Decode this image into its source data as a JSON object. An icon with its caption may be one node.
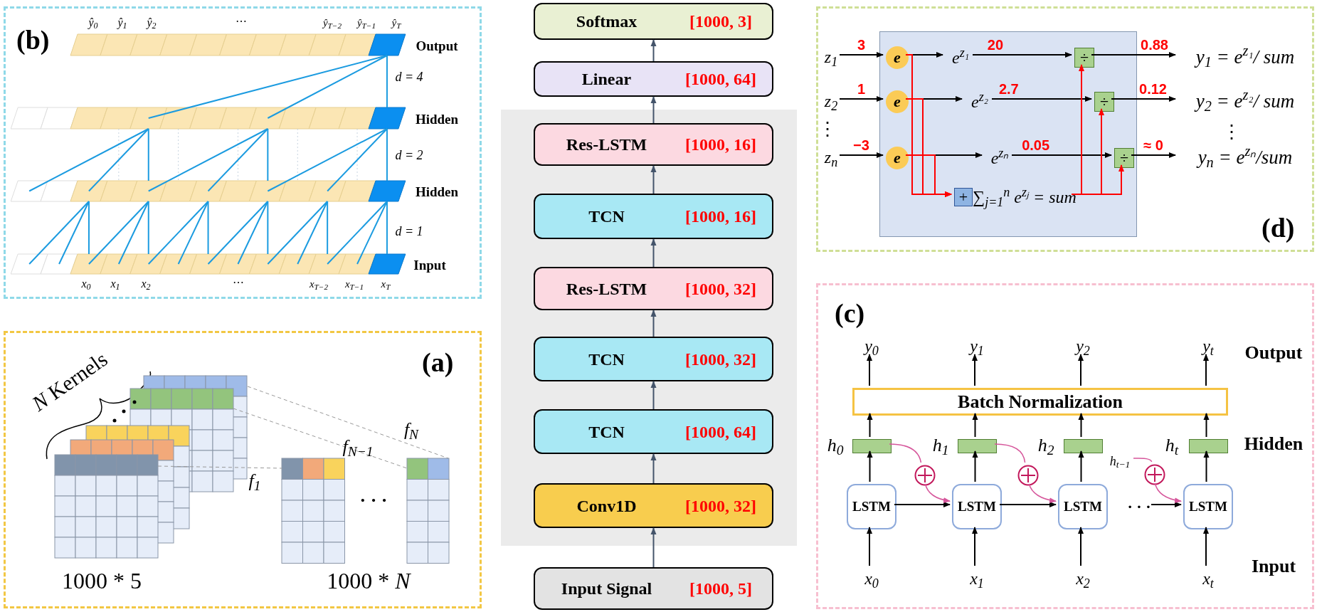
{
  "diagram": {
    "nodes": [
      {
        "text": [
          "(b)"
        ]
      },
      {
        "text": [
          "(a)"
        ]
      },
      {
        "text": [
          "Softmax",
          "[1000, 3]"
        ]
      },
      {
        "text": [
          "Linear",
          "[1000, 64]"
        ]
      },
      {
        "text": [
          "Res-LSTM",
          "[1000, 16]"
        ]
      },
      {
        "text": [
          "TCN",
          "[1000, 16]"
        ]
      },
      {
        "text": [
          "Res-LSTM",
          "[1000, 32]"
        ]
      },
      {
        "text": [
          "TCN",
          "[1000, 32]"
        ]
      },
      {
        "text": [
          "TCN",
          "[1000, 64]"
        ]
      },
      {
        "text": [
          "Conv1D",
          "[1000, 32]"
        ]
      },
      {
        "text": [
          "Input Signal",
          "[1000, 5]"
        ]
      },
      {
        "text": [
          "(d)"
        ]
      },
      {
        "text": [
          "z$_{1}$"
        ],
        "in": 11
      },
      {
        "text": [
          "z$_{2}$"
        ],
        "in": 11
      },
      {
        "text": [
          "z$_{n}$"
        ],
        "in": 11
      },
      {
        "text": [],
        "shape": "box",
        "in": 11
      },
      {
        "text": [
          "e"
        ],
        "in": 15
      },
      {
        "text": [
          "e"
        ],
        "in": 15
      },
      {
        "text": [
          "e"
        ],
        "in": 15
      },
      {
        "text": [
          "e$^{z₁}$"
        ],
        "in": 15
      },
      {
        "text": [
          "e$^{z₂}$"
        ],
        "in": 15
      },
      {
        "text": [
          "e$^{zₙ}$"
        ],
        "in": 15
      },
      {
        "text": [
          "÷"
        ],
        "in": 15
      },
      {
        "text": [
          "÷"
        ],
        "in": 15
      },
      {
        "text": [
          "÷"
        ],
        "in": 15
      },
      {
        "text": [
          "+"
        ],
        "in": 15
      },
      {
        "text": [
          "∑$_{j=1}$$^{n}$ e$^{zⱼ}$ = sum"
        ],
        "in": 15
      },
      {
        "text": [
          "y$_{1}$ = e$^{z₁}$/ sum"
        ],
        "in": 11
      },
      {
        "text": [
          "y$_{2}$ = e$^{z₂}$/ sum"
        ],
        "in": 11
      },
      {
        "text": [
          "y$_{n}$ = e$^{zₙ}$/sum"
        ],
        "in": 11
      },
      {
        "text": [
          "(c)"
        ]
      },
      {
        "text": [
          "y$_{0}$"
        ],
        "in": 30
      },
      {
        "text": [
          "y$_{1}$"
        ],
        "in": 30
      },
      {
        "text": [
          "y$_{2}$"
        ],
        "in": 30
      },
      {
        "text": [
          "y$_{t}$"
        ],
        "in": 30
      },
      {
        "text": [
          "Batch Normalization"
        ],
        "in": 30
      },
      {
        "text": [],
        "shape": "box",
        "beside": [
          "h$_{0}$"
        ],
        "in": 30
      },
      {
        "text": [],
        "shape": "box",
        "beside": [
          "h$_{1}$"
        ],
        "in": 30
      },
      {
        "text": [],
        "shape": "box",
        "beside": [
          "h$_{2}$"
        ],
        "in": 30
      },
      {
        "text": [],
        "shape": "box",
        "beside": [
          "h$_{t}$"
        ],
        "in": 30
      },
      {
        "text": [],
        "shape": "circle",
        "in": 30
      },
      {
        "text": [],
        "shape": "circle",
        "in": 30
      },
      {
        "text": [],
        "shape": "circle",
        "in": 30
      },
      {
        "text": [
          "h$_{t−1}$"
        ],
        "in": 30
      },
      {
        "text": [
          "LSTM"
        ],
        "in": 30
      },
      {
        "text": [
          "LSTM"
        ],
        "in": 30
      },
      {
        "text": [
          "LSTM"
        ],
        "in": 30
      },
      {
        "text": [
          "LSTM"
        ],
        "in": 30
      },
      {
        "text": [
          "x$_{0}$"
        ],
        "in": 30
      },
      {
        "text": [
          "x$_{1}$"
        ],
        "in": 30
      },
      {
        "text": [
          "x$_{2}$"
        ],
        "in": 30
      },
      {
        "text": [
          "x$_{t}$"
        ],
        "in": 30
      },
      {
        "text": [
          "· · ·"
        ],
        "in": 30
      }
    ],
    "edges": [
      {
        "from": 10,
        "to": 9,
        "arrow": "to",
        "color": "#44546a"
      },
      {
        "from": 9,
        "to": 8,
        "arrow": "to",
        "color": "#44546a"
      },
      {
        "from": 8,
        "to": 7,
        "arrow": "to",
        "color": "#44546a"
      },
      {
        "from": 7,
        "to": 6,
        "arrow": "to",
        "color": "#44546a"
      },
      {
        "from": 6,
        "to": 5,
        "arrow": "to",
        "color": "#44546a"
      },
      {
        "from": 5,
        "to": 4,
        "arrow": "to",
        "color": "#44546a"
      },
      {
        "from": 4,
        "to": 3,
        "arrow": "to",
        "color": "#44546a"
      },
      {
        "from": 3,
        "to": 2,
        "arrow": "to",
        "color": "#44546a"
      },
      {
        "from": 12,
        "to": 16,
        "arrow": "to",
        "label": "3"
      },
      {
        "from": 13,
        "to": 17,
        "arrow": "to",
        "label": "1"
      },
      {
        "from": 14,
        "to": 18,
        "arrow": "to",
        "label": "−3"
      },
      {
        "from": 16,
        "to": 19,
        "arrow": "to"
      },
      {
        "from": 17,
        "to": 20,
        "arrow": "to"
      },
      {
        "from": 18,
        "to": 21,
        "arrow": "to"
      },
      {
        "from": 19,
        "to": 22,
        "arrow": "to",
        "label": "20"
      },
      {
        "from": 20,
        "to": 23,
        "arrow": "to",
        "label": "2.7"
      },
      {
        "from": 21,
        "to": 24,
        "arrow": "to",
        "label": "0.05"
      },
      {
        "from": 22,
        "to": 27,
        "arrow": "to",
        "label": "0.88"
      },
      {
        "from": 23,
        "to": 28,
        "arrow": "to",
        "label": "0.12"
      },
      {
        "from": 24,
        "to": 29,
        "arrow": "to",
        "label": "≈ 0"
      },
      {
        "from": 16,
        "to": 25,
        "arrow": "to",
        "color": "#ff0000"
      },
      {
        "from": 17,
        "to": 25,
        "arrow": "to",
        "color": "#ff0000"
      },
      {
        "from": 18,
        "to": 25,
        "arrow": "to",
        "color": "#ff0000"
      },
      {
        "from": 26,
        "to": 22,
        "arrow": "to",
        "color": "#ff0000"
      },
      {
        "from": 26,
        "to": 23,
        "arrow": "to",
        "color": "#ff0000"
      },
      {
        "from": 26,
        "to": 24,
        "arrow": "to",
        "color": "#ff0000"
      },
      {
        "from": 48,
        "to": 44,
        "arrow": "to"
      },
      {
        "from": 49,
        "to": 45,
        "arrow": "to"
      },
      {
        "from": 50,
        "to": 46,
        "arrow": "to"
      },
      {
        "from": 51,
        "to": 47,
        "arrow": "to"
      },
      {
        "from": 44,
        "to": 36,
        "arrow": "to"
      },
      {
        "from": 45,
        "to": 37,
        "arrow": "to"
      },
      {
        "from": 46,
        "to": 38,
        "arrow": "to"
      },
      {
        "from": 47,
        "to": 39,
        "arrow": "to"
      },
      {
        "from": 36,
        "to": 35,
        "arrow": "to"
      },
      {
        "from": 37,
        "to": 35,
        "arrow": "to"
      },
      {
        "from": 38,
        "to": 35,
        "arrow": "to"
      },
      {
        "from": 39,
        "to": 35,
        "arrow": "to"
      },
      {
        "from": 35,
        "to": 31,
        "arrow": "to"
      },
      {
        "from": 35,
        "to": 32,
        "arrow": "to"
      },
      {
        "from": 35,
        "to": 33,
        "arrow": "to"
      },
      {
        "from": 35,
        "to": 34,
        "arrow": "to"
      },
      {
        "from": 44,
        "to": 45,
        "arrow": "to"
      },
      {
        "from": 45,
        "to": 46,
        "arrow": "to"
      },
      {
        "from": 52,
        "to": 47,
        "arrow": "to"
      },
      {
        "from": 36,
        "to": 40,
        "arrow": "none",
        "color": "#d6569b"
      },
      {
        "from": 40,
        "to": 45,
        "arrow": "to",
        "color": "#d6569b"
      },
      {
        "from": 37,
        "to": 41,
        "arrow": "none",
        "color": "#d6569b"
      },
      {
        "from": 41,
        "to": 46,
        "arrow": "to",
        "color": "#d6569b"
      },
      {
        "from": 43,
        "to": 42,
        "arrow": "none",
        "color": "#d6569b"
      },
      {
        "from": 42,
        "to": 47,
        "arrow": "to",
        "color": "#d6569b"
      }
    ],
    "labels": [
      "ŷ$_{0}$",
      "ŷ$_{1}$",
      "ŷ$_{2}$",
      "⋯",
      "ŷ$_{T−2}$",
      "ŷ$_{T−1}$",
      "ŷ$_{T}$",
      "Output",
      "d = 4",
      "Hidden",
      "d = 2",
      "Hidden",
      "d = 1",
      "Input",
      "x$_{0}$",
      "x$_{1}$",
      "x$_{2}$",
      "⋯",
      "x$_{T−2}$",
      "x$_{T−1}$",
      "x$_{T}$",
      "*N* Kernels",
      "f$_{N}$",
      "f$_{N−1}$",
      "f$_{1}$",
      "· · ·",
      "1000 * 5",
      "1000 * *N*",
      "⋮",
      "⋮",
      "Output",
      "Hidden",
      "Input"
    ]
  }
}
